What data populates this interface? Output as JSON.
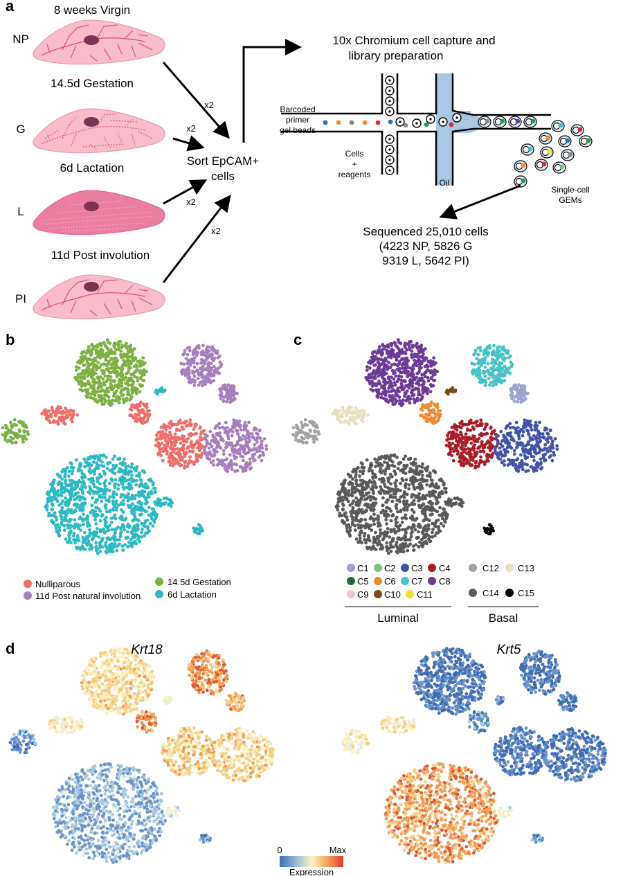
{
  "panel_letters": [
    "a",
    "b",
    "c",
    "d"
  ],
  "panel_a": {
    "stages": [
      {
        "code": "NP",
        "title": "8 weeks Virgin",
        "multiplier": "x2"
      },
      {
        "code": "G",
        "title": "14.5d Gestation",
        "multiplier": "x2"
      },
      {
        "code": "L",
        "title": "6d Lactation",
        "multiplier": "x2"
      },
      {
        "code": "PI",
        "title": "11d Post involution",
        "multiplier": "x2"
      }
    ],
    "sort_label": [
      "Sort EpCAM+",
      "cells"
    ],
    "capture_title": [
      "10x Chromium cell capture and",
      "library preparation"
    ],
    "beads_label": [
      "Barcoded",
      "primer",
      "gel beads"
    ],
    "cells_label": [
      "Cells",
      "+",
      "reagents"
    ],
    "oil_label": "Oil",
    "gems_label": [
      "Single-cell",
      "GEMs"
    ],
    "sequenced_text": [
      "Sequenced 25,010 cells",
      "(4223 NP, 5826 G",
      "9319 L, 5642 PI)"
    ]
  },
  "panel_b": {
    "legend": [
      {
        "label": "Nulliparous",
        "color": "#ee6e6a"
      },
      {
        "label": "11d Post natural involution",
        "color": "#a57fbd"
      },
      {
        "label": "14.5d Gestation",
        "color": "#7cb144"
      },
      {
        "label": "6d Lactation",
        "color": "#2cb9c4"
      }
    ]
  },
  "panel_c": {
    "clusters": [
      {
        "label": "C1",
        "color": "#9aa3d2"
      },
      {
        "label": "C2",
        "color": "#7fc27d"
      },
      {
        "label": "C3",
        "color": "#4252a6"
      },
      {
        "label": "C4",
        "color": "#a81e24"
      },
      {
        "label": "C5",
        "color": "#1f6b3a"
      },
      {
        "label": "C6",
        "color": "#f08a33"
      },
      {
        "label": "C7",
        "color": "#45c3c7"
      },
      {
        "label": "C8",
        "color": "#6c3b97"
      },
      {
        "label": "C9",
        "color": "#f4bddd"
      },
      {
        "label": "C10",
        "color": "#7b4a19"
      },
      {
        "label": "C11",
        "color": "#f3df24"
      },
      {
        "label": "C12",
        "color": "#a2a2a2"
      },
      {
        "label": "C13",
        "color": "#e9dfc0"
      },
      {
        "label": "C14",
        "color": "#595959"
      },
      {
        "label": "C15",
        "color": "#050505"
      }
    ],
    "group_luminal": "Luminal",
    "group_basal": "Basal"
  },
  "panel_d": {
    "left_title": "Krt18",
    "right_title": "Krt5",
    "scale_min": "0",
    "scale_max": "Max",
    "scale_label": "Expression"
  },
  "colors": {
    "cell_fill": "#f8bccb",
    "cell_stroke": "#e98fa7",
    "cell_texture": "#df5f86",
    "nucleus": "#7a3350",
    "channel_oil": "#a9c7e3",
    "arrow": "#000000"
  }
}
